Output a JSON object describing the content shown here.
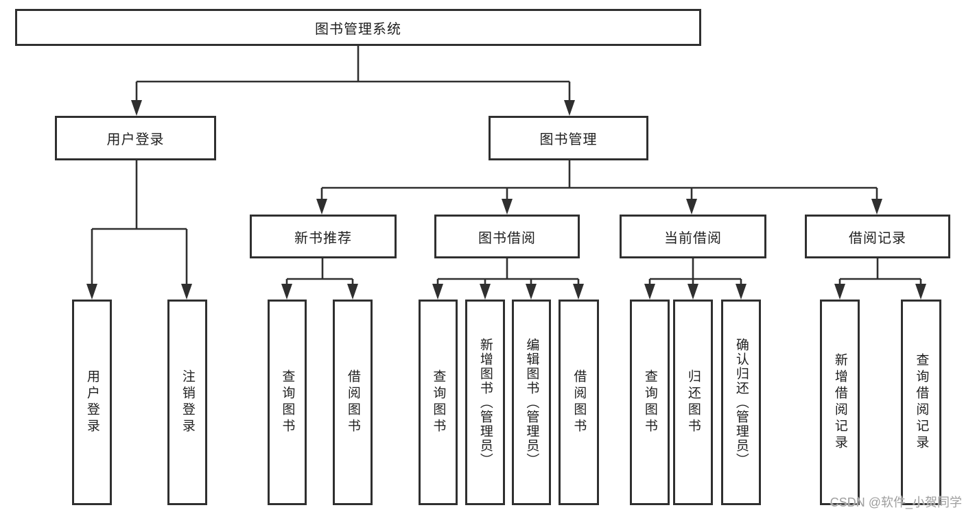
{
  "diagram_title": "图书管理系统",
  "tree": {
    "root": {
      "label": "图书管理系统"
    },
    "branches": [
      {
        "label": "用户登录",
        "children": [
          {
            "label": "用户登录"
          },
          {
            "label": "注销登录"
          }
        ]
      },
      {
        "label": "图书管理",
        "children": [
          {
            "label": "新书推荐",
            "children": [
              {
                "label": "查询图书"
              },
              {
                "label": "借阅图书"
              }
            ]
          },
          {
            "label": "图书借阅",
            "children": [
              {
                "label": "查询图书"
              },
              {
                "label": "新增图书（管理员）"
              },
              {
                "label": "编辑图书（管理员）"
              },
              {
                "label": "借阅图书"
              }
            ]
          },
          {
            "label": "当前借阅",
            "children": [
              {
                "label": "查询图书"
              },
              {
                "label": "归还图书"
              },
              {
                "label": "确认归还（管理员）"
              }
            ]
          },
          {
            "label": "借阅记录",
            "children": [
              {
                "label": "新增借阅记录"
              },
              {
                "label": "查询借阅记录"
              }
            ]
          }
        ]
      }
    ]
  },
  "watermark": {
    "text": "CSDN @软件_小贺同学",
    "color": "#9e9e9e"
  },
  "colors": {
    "line": "#2f2f2f",
    "box_border": "#2f2f2f",
    "box_fill": "#ffffff",
    "text": "#1f1f1f",
    "background": "#ffffff"
  }
}
